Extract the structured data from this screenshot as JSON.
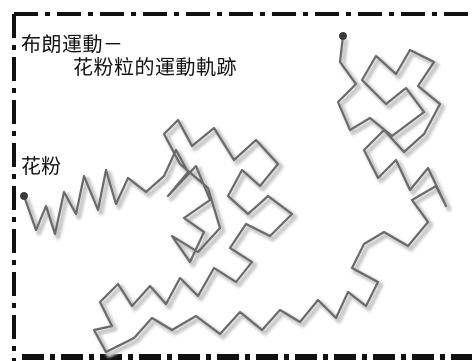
{
  "caption": {
    "title_line1": "布朗運動－",
    "title_line2": "花粉粒的運動軌跡",
    "pollen_label": "花粉"
  },
  "colors": {
    "path_stroke": "#6a6a6a",
    "path_shadow": "#c9c9c9",
    "frame": "#111111",
    "particle": "#3a3a3a",
    "text": "#111111",
    "background": "#ffffff"
  }
}
